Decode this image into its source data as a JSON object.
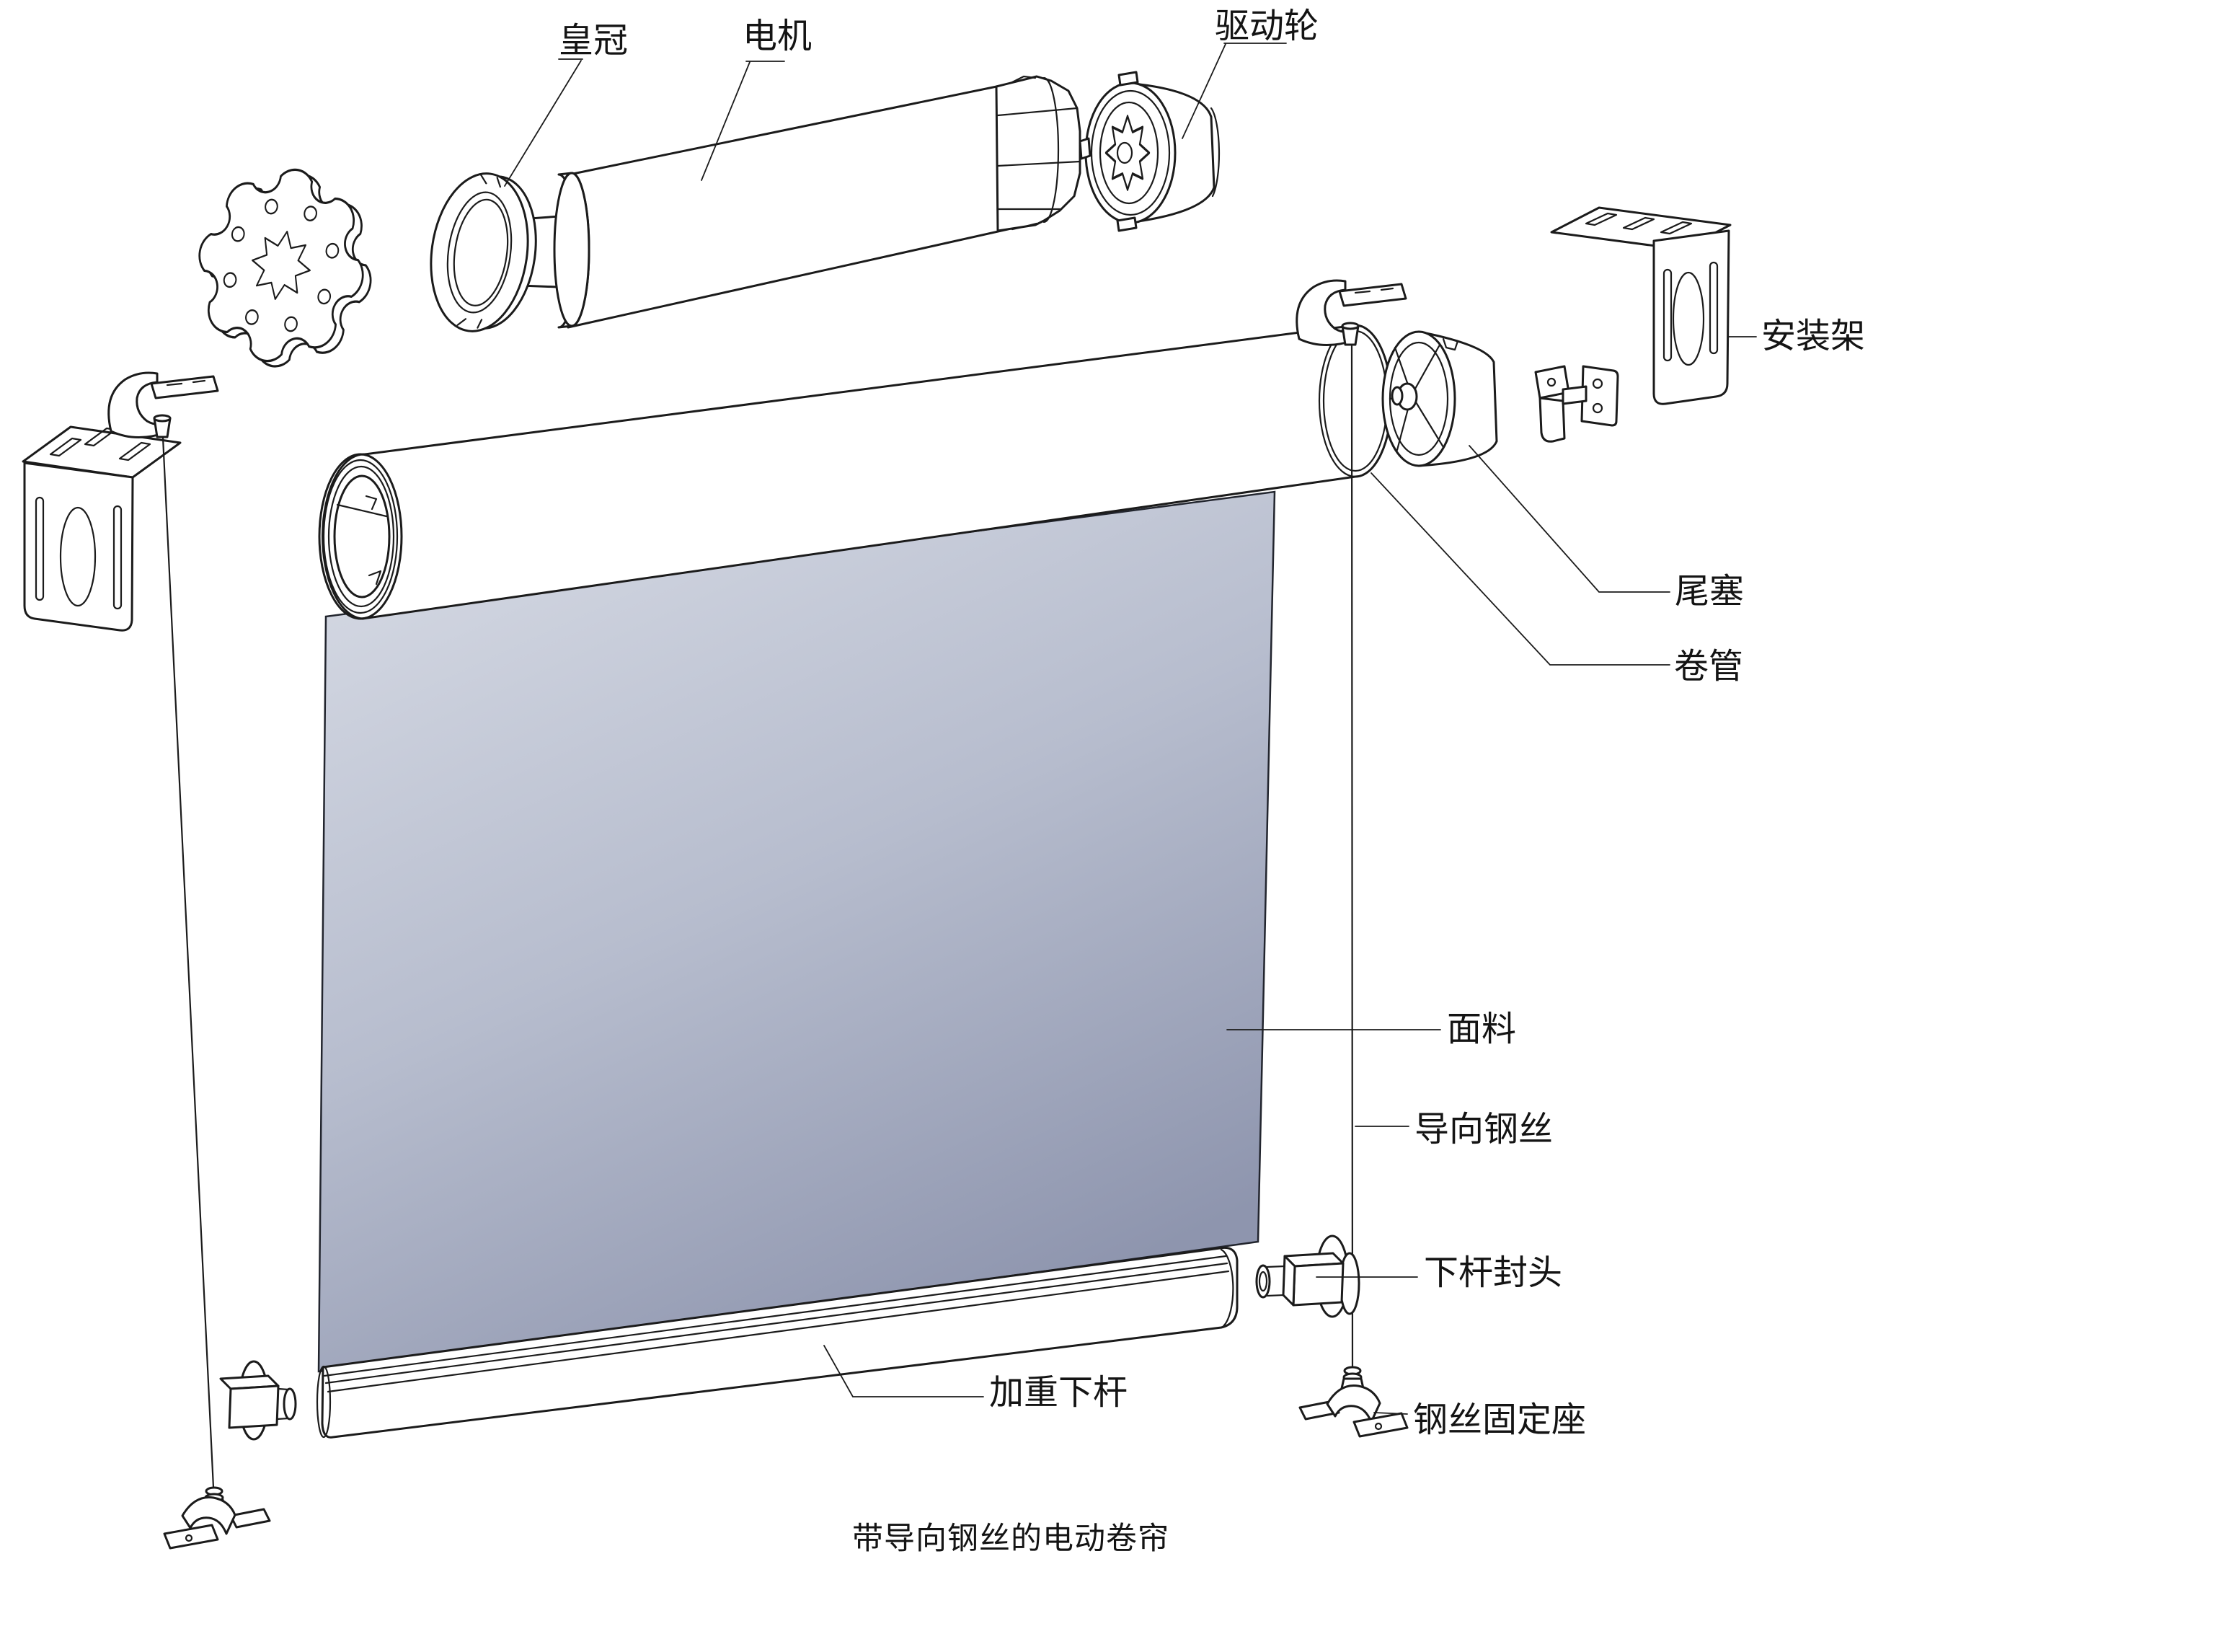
{
  "caption": {
    "title": "带导向钢丝的电动卷帘"
  },
  "labels": {
    "crown": "皇冠",
    "motor": "电机",
    "drive_wheel": "驱动轮",
    "mounting_bracket": "安装架",
    "tail_plug": "尾塞",
    "roller_tube": "卷管",
    "fabric": "面料",
    "guide_wire": "导向钢丝",
    "bottom_bar_end_cap": "下杆封头",
    "weighted_bottom_bar": "加重下杆",
    "wire_fixing_base": "钢丝固定座"
  },
  "colors": {
    "line": "#1b1b1b",
    "background": "#ffffff",
    "fabric_top": "#d6dae4",
    "fabric_mid": "#b7bdce",
    "fabric_bottom": "#8e95ae",
    "roll_left": "#c5cad7",
    "roll_mid": "#dadde6",
    "roll_right": "#f1f2f6"
  }
}
